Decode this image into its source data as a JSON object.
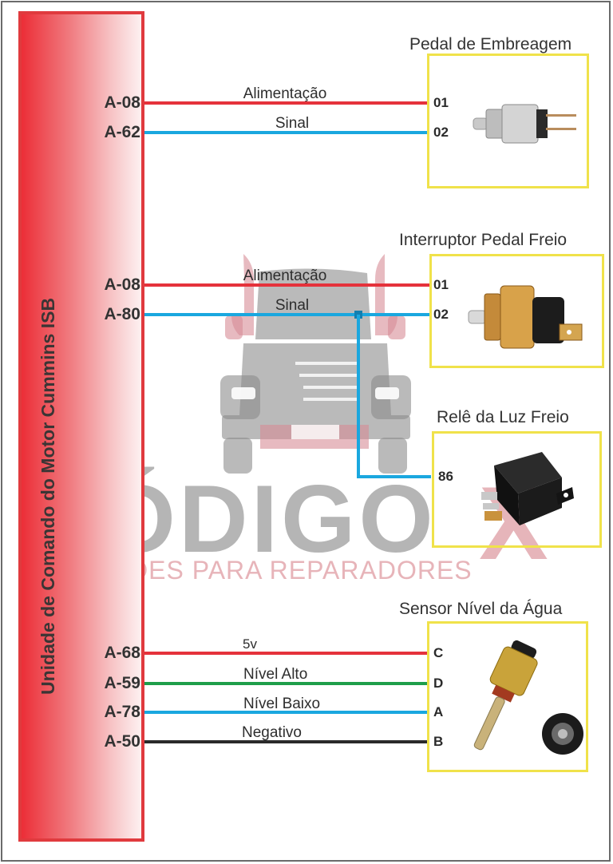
{
  "ecu": {
    "title": "Unidade de Comando do Motor Cummins ISB",
    "fill_color": "#ec2e37"
  },
  "watermark": {
    "brand": "CÓDIGO",
    "brand_x": "X",
    "tagline": "SOLUÇÕES PARA REPARADORES"
  },
  "colors": {
    "red_wire": "#e5323b",
    "blue_wire": "#1aa7df",
    "green_wire": "#1e9e4a",
    "black_wire": "#2a2a2a",
    "box_border": "#f0e24a"
  },
  "components": [
    {
      "title": "Pedal de Embreagem",
      "image": "clutch-pedal-switch-photo",
      "connections": [
        {
          "ecu_pin": "A-08",
          "signal": "Alimentação",
          "terminal": "01",
          "wire": "red"
        },
        {
          "ecu_pin": "A-62",
          "signal": "Sinal",
          "terminal": "02",
          "wire": "blue"
        }
      ]
    },
    {
      "title": "Interruptor Pedal Freio",
      "image": "brake-pedal-switch-photo",
      "connections": [
        {
          "ecu_pin": "A-08",
          "signal": "Alimentação",
          "terminal": "01",
          "wire": "red"
        },
        {
          "ecu_pin": "A-80",
          "signal": "Sinal",
          "terminal": "02",
          "wire": "blue"
        }
      ]
    },
    {
      "title": "Relê da Luz Freio",
      "image": "brake-light-relay-photo",
      "connections": [
        {
          "terminal": "86",
          "wire": "blue"
        }
      ]
    },
    {
      "title": "Sensor Nível da Água",
      "image": "water-level-sensor-photo",
      "connections": [
        {
          "ecu_pin": "A-68",
          "signal": "5v",
          "terminal": "C",
          "wire": "red"
        },
        {
          "ecu_pin": "A-59",
          "signal": "Nível Alto",
          "terminal": "D",
          "wire": "green"
        },
        {
          "ecu_pin": "A-78",
          "signal": "Nível Baixo",
          "terminal": "A",
          "wire": "blue"
        },
        {
          "ecu_pin": "A-50",
          "signal": "Negativo",
          "terminal": "B",
          "wire": "black"
        }
      ]
    }
  ]
}
